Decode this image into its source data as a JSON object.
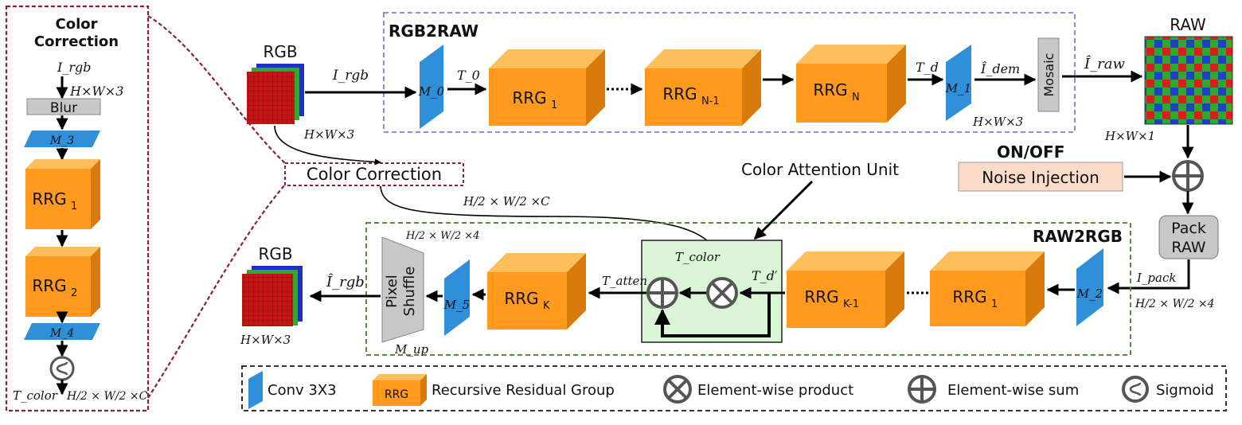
{
  "left_panel": {
    "title_line1": "Color",
    "title_line2": "Correction",
    "input_label": "I_rgb",
    "input_dims": "H×W×3",
    "blur": "Blur",
    "m3": "M_3",
    "rrg1": {
      "main": "RRG",
      "sub": "1"
    },
    "rrg2": {
      "main": "RRG",
      "sub": "2"
    },
    "m4": "M_4",
    "output_label": "T_color",
    "output_dims": "H/2 × W/2 ×C"
  },
  "rgb2raw": {
    "title": "RGB2RAW",
    "rgb_title": "RGB",
    "input_label": "I_rgb",
    "input_dims": "H×W×3",
    "m0": "M_0",
    "t0": "T_0",
    "rrg1": {
      "main": "RRG",
      "sub": "1"
    },
    "rrgn1": {
      "main": "RRG",
      "sub": "N-1"
    },
    "rrgn": {
      "main": "RRG",
      "sub": "N"
    },
    "td": "T_d",
    "m1": "M_1",
    "idem": "Î_dem",
    "dims": "H×W×3",
    "mosaic": "Mosaic",
    "iraw": "Î_raw",
    "raw_title": "RAW",
    "raw_dims": "H×W×1"
  },
  "middle": {
    "color_correction": "Color Correction",
    "cc_dims": "H/2 × W/2 ×C",
    "cau": "Color Attention Unit",
    "onoff": "ON/OFF",
    "noise": "Noise Injection",
    "pack": "Pack",
    "pack2": "RAW"
  },
  "raw2rgb": {
    "title": "RAW2RGB",
    "ipack": "I_pack",
    "ipack_dims": "H/2 × W/2 ×4",
    "m2": "M_2",
    "rrg1": {
      "main": "RRG",
      "sub": "1"
    },
    "rrgk1": {
      "main": "RRG",
      "sub": "K-1"
    },
    "rrgk": {
      "main": "RRG",
      "sub": "K"
    },
    "tdp": "T_d′",
    "tcolor": "T_color",
    "tatten": "T_atten",
    "m5": "M_5",
    "pixel1": "Pixel",
    "pixel2": "Shuffle",
    "pixel_dims": "H/2 × W/2 ×4",
    "mup": "M_up",
    "irgb_hat": "Î_rgb",
    "rgb_title": "RGB",
    "rgb_dims": "H×W×3"
  },
  "legend": {
    "conv": "Conv 3X3",
    "rrg_icon": "RRG",
    "rrg": "Recursive Residual Group",
    "prod": "Element-wise product",
    "sum": "Element-wise sum",
    "sig": "Sigmoid"
  },
  "colors": {
    "orange_front": "#ff9a1f",
    "orange_top": "#ffbe5c",
    "orange_side": "#d97a0c",
    "conv_blue": "#2f8fd8",
    "purple_border": "#9a86e8",
    "green_border": "#5a8a3e",
    "maroon_border": "#8b1c4a",
    "cau_fill": "#d9f5d6",
    "noise_fill": "#fbdcc9",
    "gray_block": "#c8c8c8"
  }
}
